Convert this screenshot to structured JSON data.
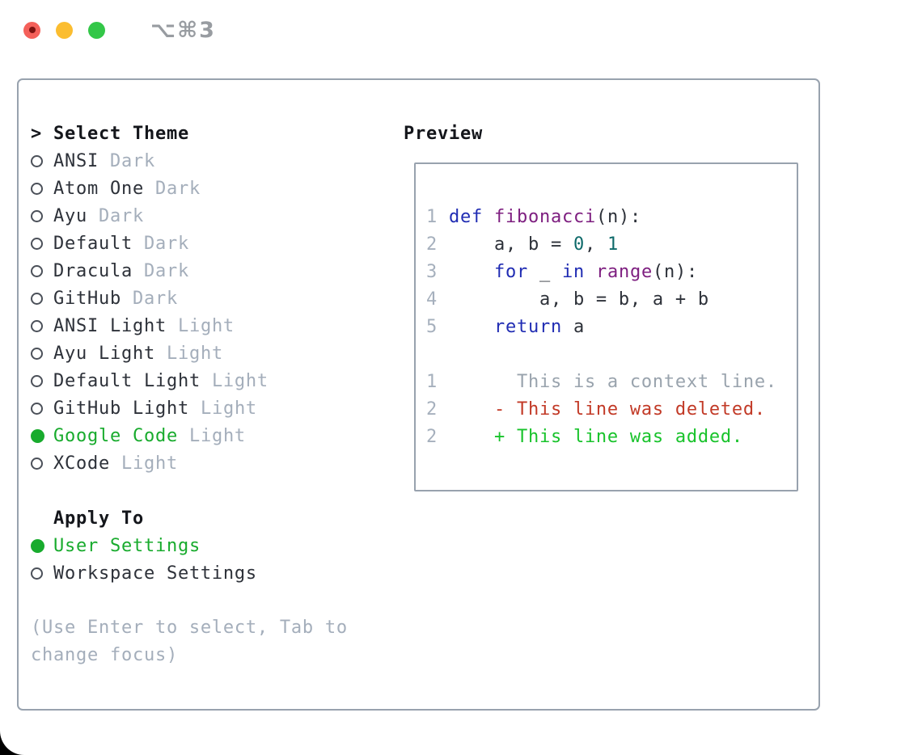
{
  "window": {
    "title": "⌥⌘3",
    "traffic_lights": [
      "close",
      "minimize",
      "zoom"
    ]
  },
  "theme_selector": {
    "prompt": ">",
    "title": "Select Theme",
    "items": [
      {
        "label": "ANSI",
        "variant": "Dark",
        "selected": false
      },
      {
        "label": "Atom One",
        "variant": "Dark",
        "selected": false
      },
      {
        "label": "Ayu",
        "variant": "Dark",
        "selected": false
      },
      {
        "label": "Default",
        "variant": "Dark",
        "selected": false
      },
      {
        "label": "Dracula",
        "variant": "Dark",
        "selected": false
      },
      {
        "label": "GitHub",
        "variant": "Dark",
        "selected": false
      },
      {
        "label": "ANSI Light",
        "variant": "Light",
        "selected": false
      },
      {
        "label": "Ayu Light",
        "variant": "Light",
        "selected": false
      },
      {
        "label": "Default Light",
        "variant": "Light",
        "selected": false
      },
      {
        "label": "GitHub Light",
        "variant": "Light",
        "selected": false
      },
      {
        "label": "Google Code",
        "variant": "Light",
        "selected": true
      },
      {
        "label": "XCode",
        "variant": "Light",
        "selected": false
      }
    ]
  },
  "apply_to": {
    "title": "Apply To",
    "items": [
      {
        "label": "User Settings",
        "selected": true
      },
      {
        "label": "Workspace Settings",
        "selected": false
      }
    ]
  },
  "help_text": "(Use Enter to select, Tab to change focus)",
  "preview": {
    "title": "Preview",
    "code_lines": [
      {
        "num": "1",
        "tokens": [
          {
            "text": "def",
            "type": "keyword"
          },
          {
            "text": " ",
            "type": "plain"
          },
          {
            "text": "fibonacci",
            "type": "function"
          },
          {
            "text": "(n):",
            "type": "plain"
          }
        ]
      },
      {
        "num": "2",
        "tokens": [
          {
            "text": "    a, b = ",
            "type": "plain"
          },
          {
            "text": "0",
            "type": "number"
          },
          {
            "text": ", ",
            "type": "plain"
          },
          {
            "text": "1",
            "type": "number"
          }
        ]
      },
      {
        "num": "3",
        "tokens": [
          {
            "text": "    ",
            "type": "plain"
          },
          {
            "text": "for",
            "type": "keyword"
          },
          {
            "text": " _ ",
            "type": "plain"
          },
          {
            "text": "in",
            "type": "keyword"
          },
          {
            "text": " ",
            "type": "plain"
          },
          {
            "text": "range",
            "type": "function"
          },
          {
            "text": "(n):",
            "type": "plain"
          }
        ]
      },
      {
        "num": "4",
        "tokens": [
          {
            "text": "        a, b = b, a + b",
            "type": "plain"
          }
        ]
      },
      {
        "num": "5",
        "tokens": [
          {
            "text": "    ",
            "type": "plain"
          },
          {
            "text": "return",
            "type": "keyword"
          },
          {
            "text": " a",
            "type": "plain"
          }
        ]
      }
    ],
    "diff_lines": [
      {
        "num": "1",
        "kind": "context",
        "text": "      This is a context line."
      },
      {
        "num": "2",
        "kind": "deleted",
        "text": "    - This line was deleted."
      },
      {
        "num": "2",
        "kind": "added",
        "text": "    + This line was added."
      }
    ]
  },
  "colors": {
    "traffic_red": "#f4605a",
    "traffic_red_dot": "#7c1210",
    "traffic_yellow": "#fbbd30",
    "traffic_green": "#33c748",
    "title_gray": "#989ca1",
    "border_gray": "#98a2ae",
    "header_black": "#14161b",
    "text_dark": "#2d3139",
    "muted_gray": "#a4aebb",
    "radio_gray": "#4b5059",
    "accent_green": "#18ab2d",
    "code_plain": "#2d3139",
    "keyword_blue": "#202cb3",
    "function_purple": "#7e1f80",
    "literal_teal": "#0e6a6a",
    "gutter_gray": "#a6b0bd",
    "context_gray": "#99a3ad",
    "deleted_red": "#c23a27",
    "added_green": "#18c32b"
  }
}
